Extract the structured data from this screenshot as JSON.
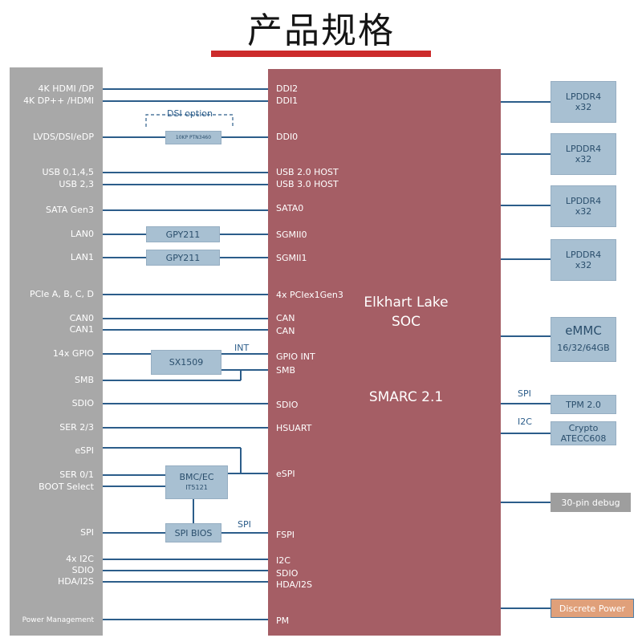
{
  "title": "产品规格",
  "left_labels": [
    {
      "id": "hdmi-dp",
      "text": "4K HDMI /DP"
    },
    {
      "id": "dp-hdmi",
      "text": "4K DP++ /HDMI"
    },
    {
      "id": "lvds",
      "text": "LVDS/DSI/eDP"
    },
    {
      "id": "usb-0145",
      "text": "USB 0,1,4,5"
    },
    {
      "id": "usb-23",
      "text": "USB 2,3"
    },
    {
      "id": "sata",
      "text": "SATA Gen3"
    },
    {
      "id": "lan0",
      "text": "LAN0"
    },
    {
      "id": "lan1",
      "text": "LAN1"
    },
    {
      "id": "pcie",
      "text": "PCIe A, B, C, D"
    },
    {
      "id": "can0",
      "text": "CAN0"
    },
    {
      "id": "can1",
      "text": "CAN1"
    },
    {
      "id": "gpio",
      "text": "14x GPIO"
    },
    {
      "id": "smb",
      "text": "SMB"
    },
    {
      "id": "sdio",
      "text": "SDIO"
    },
    {
      "id": "ser23",
      "text": "SER 2/3"
    },
    {
      "id": "espi",
      "text": "eSPI"
    },
    {
      "id": "ser01",
      "text": "SER 0/1"
    },
    {
      "id": "boot",
      "text": "BOOT Select"
    },
    {
      "id": "spi",
      "text": "SPI"
    },
    {
      "id": "i2c",
      "text": "4x I2C"
    },
    {
      "id": "sdio2",
      "text": "SDIO"
    },
    {
      "id": "hda",
      "text": "HDA/I2S"
    },
    {
      "id": "pm",
      "text": "Power Management"
    }
  ],
  "soc_labels": [
    {
      "id": "ddi2",
      "text": "DDI2"
    },
    {
      "id": "ddi1",
      "text": "DDI1"
    },
    {
      "id": "ddi0",
      "text": "DDI0"
    },
    {
      "id": "usb20",
      "text": "USB 2.0 HOST"
    },
    {
      "id": "usb30",
      "text": "USB 3.0 HOST"
    },
    {
      "id": "sata0",
      "text": "SATA0"
    },
    {
      "id": "sgmii0",
      "text": "SGMII0"
    },
    {
      "id": "sgmii1",
      "text": "SGMII1"
    },
    {
      "id": "pciex",
      "text": "4x PCIex1Gen3"
    },
    {
      "id": "can-a",
      "text": "CAN"
    },
    {
      "id": "can-b",
      "text": "CAN"
    },
    {
      "id": "gpioint",
      "text": "GPIO INT"
    },
    {
      "id": "smb-s",
      "text": "SMB"
    },
    {
      "id": "sdio-s",
      "text": "SDIO"
    },
    {
      "id": "hsuart",
      "text": "HSUART"
    },
    {
      "id": "espi-s",
      "text": "eSPI"
    },
    {
      "id": "fspi",
      "text": "FSPI"
    },
    {
      "id": "i2c-s",
      "text": "I2C"
    },
    {
      "id": "sdio-s2",
      "text": "SDIO"
    },
    {
      "id": "hda-s",
      "text": "HDA/I2S"
    },
    {
      "id": "pm-s",
      "text": "PM"
    }
  ],
  "soc": {
    "line1": "Elkhart Lake",
    "line2": "SOC",
    "standard": "SMARC 2.1"
  },
  "middle": {
    "dsi_option": "DSI option",
    "dsi_chip": "10KP PTN3460",
    "gpy0": "GPY211",
    "gpy1": "GPY211",
    "sx": "SX1509",
    "int": "INT",
    "bmc_l1": "BMC/EC",
    "bmc_l2": "IT5121",
    "spibios": "SPI BIOS",
    "spi": "SPI"
  },
  "right": {
    "lpddr": [
      {
        "l1": "LPDDR4",
        "l2": "x32"
      },
      {
        "l1": "LPDDR4",
        "l2": "x32"
      },
      {
        "l1": "LPDDR4",
        "l2": "x32"
      },
      {
        "l1": "LPDDR4",
        "l2": "x32"
      }
    ],
    "emmc_l1": "eMMC",
    "emmc_l2": "16/32/64GB",
    "spi_label": "SPI",
    "tpm": "TPM 2.0",
    "i2c_label": "I2C",
    "crypto_l1": "Crypto",
    "crypto_l2": "ATECC608",
    "debug": "30-pin debug",
    "power": "Discrete Power"
  },
  "colors": {
    "soc": "#a55e65",
    "panel": "#a8a8a8",
    "box": "#a8c0d2",
    "wire": "#2c5d8a",
    "accent": "#cc2b2b",
    "power": "#e0a07a"
  }
}
